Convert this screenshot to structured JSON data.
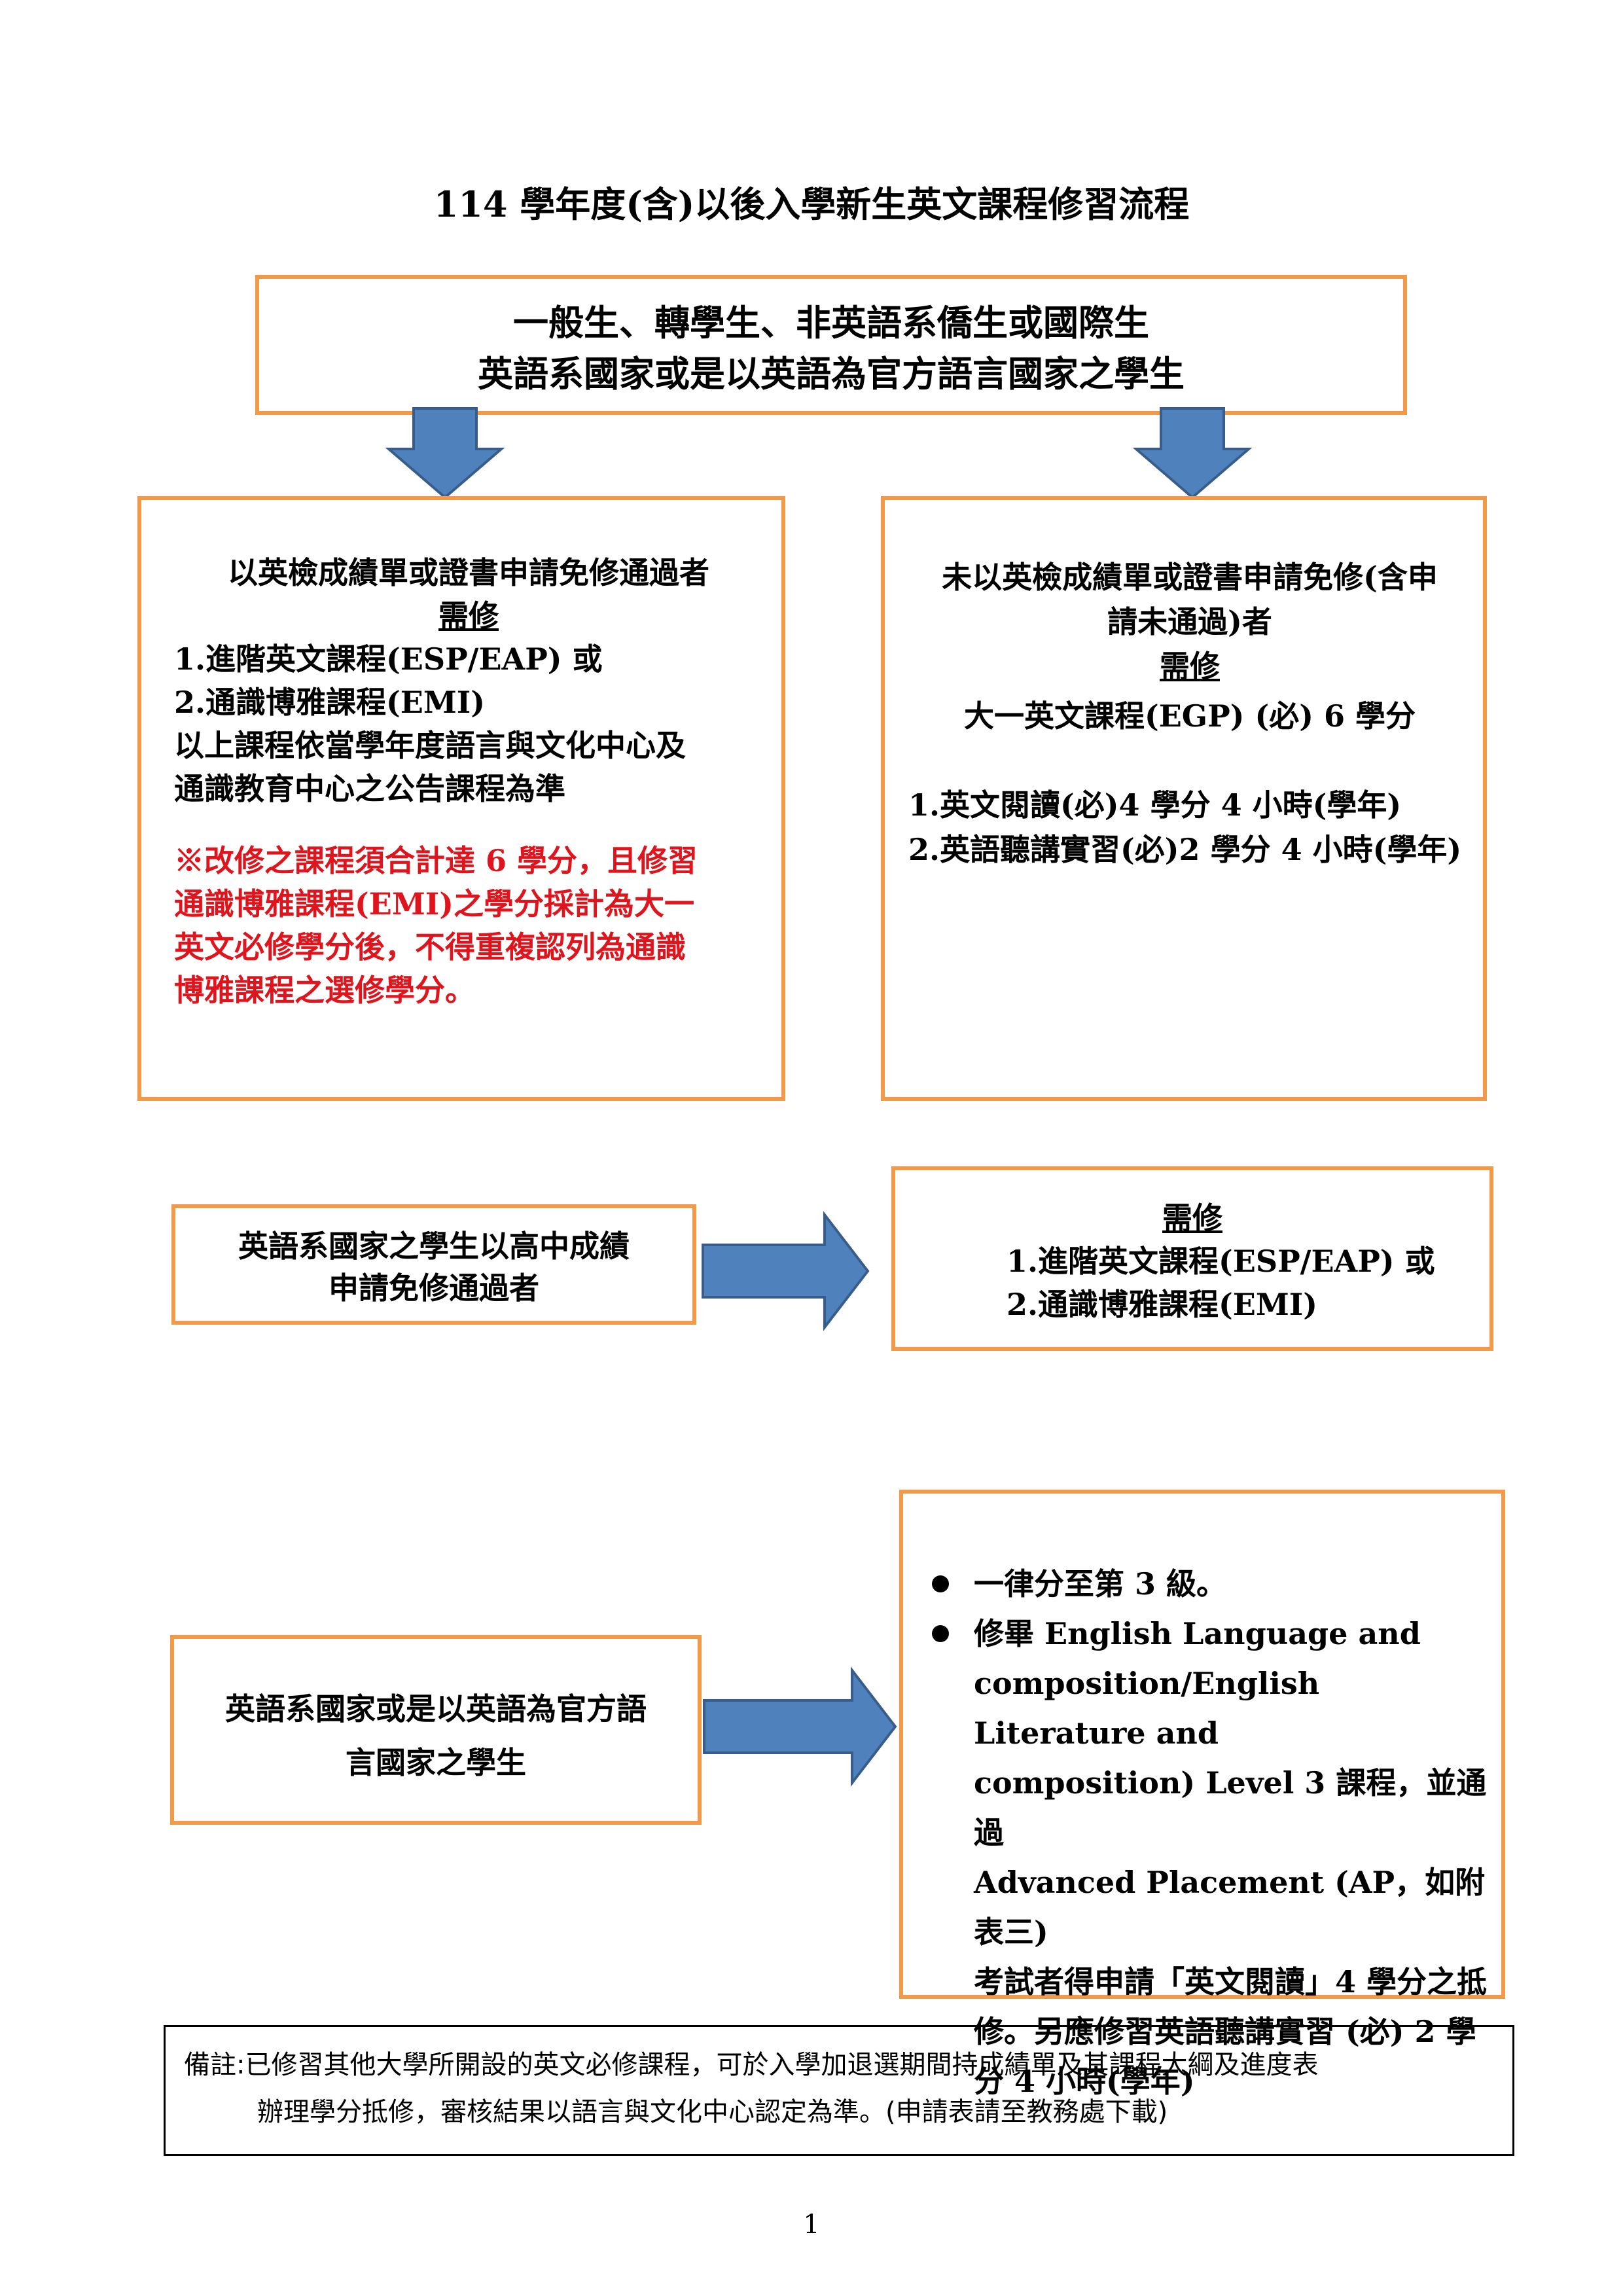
{
  "title": "114 學年度(含)以後入學新生英文課程修習流程",
  "top_box": {
    "line1": "一般生、轉學生、非英語系僑生或國際生",
    "line2": "英語系國家或是以英語為官方語言國家之學生"
  },
  "left_box": {
    "heading": "以英檢成績單或證書申請免修通過者",
    "required_label": "需修",
    "item1": "1.進階英文課程(ESP/EAP)  或",
    "item2": "2.通識博雅課程(EMI)",
    "note1": "以上課程依當學年度語言與文化中心及",
    "note2": "通識教育中心之公告課程為準",
    "warn1": "※改修之課程須合計達 6 學分，且修習",
    "warn2": "通識博雅課程(EMI)之學分採計為大一",
    "warn3": "英文必修學分後，不得重複認列為通識",
    "warn4": "博雅課程之選修學分。"
  },
  "right_box": {
    "heading1": "未以英檢成績單或證書申請免修(含申",
    "heading2": "請未通過)者",
    "required_label": "需修",
    "course": "大一英文課程(EGP) (必) 6 學分",
    "item1": "1.英文閱讀(必)4 學分 4 小時(學年)",
    "item2": "2.英語聽講實習(必)2 學分 4 小時(學年)"
  },
  "mid_left_box": {
    "line1": "英語系國家之學生以高中成績",
    "line2": "申請免修通過者"
  },
  "mid_right_box": {
    "required_label": "需修",
    "item1": "1.進階英文課程(ESP/EAP)  或",
    "item2": "2.通識博雅課程(EMI)"
  },
  "low_left_box": {
    "line1": "英語系國家或是以英語為官方語",
    "line2": "言國家之學生"
  },
  "low_right_box": {
    "bullet1": "一律分至第 3 級。",
    "bullet2_lines": [
      "修畢 English Language and",
      "composition/English Literature and",
      "composition) Level 3 課程，並通過",
      "Advanced Placement (AP，如附表三)",
      "考試者得申請「英文閱讀」4 學分之抵",
      "修。另應修習英語聽講實習  (必) 2 學",
      "分 4 小時(學年)"
    ]
  },
  "remark": {
    "line1": "備註:已修習其他大學所開設的英文必修課程，可於入學加退選期間持成績單及其課程大綱及進度表",
    "line2": "辦理學分抵修，審核結果以語言與文化中心認定為準。(申請表請至教務處下載)"
  },
  "page_number": "1",
  "colors": {
    "box_border": "#f29a4a",
    "arrow_fill": "#4f81bd",
    "arrow_stroke": "#385d8a",
    "warning_text": "#e0141c"
  },
  "icons": [
    "arrow-down-icon",
    "arrow-down-icon",
    "arrow-right-icon",
    "arrow-right-icon"
  ]
}
